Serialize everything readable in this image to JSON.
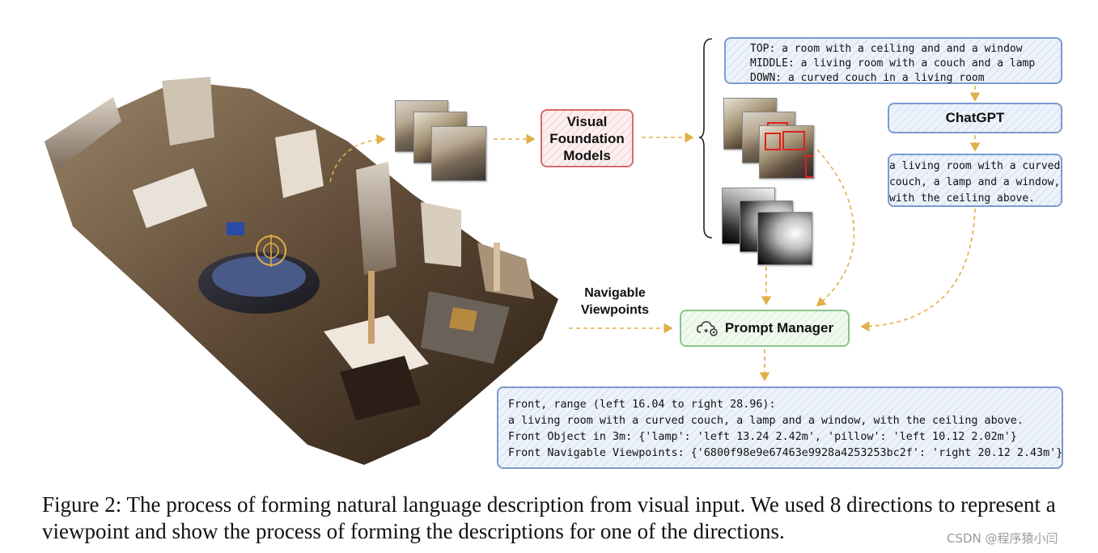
{
  "diagram": {
    "vfm_label_lines": [
      "Visual",
      "Foundation",
      "Models"
    ],
    "top_box_lines": [
      "TOP: a room with a ceiling and and a window",
      "MIDDLE: a living room with a couch and a lamp",
      "DOWN: a curved couch in a living room"
    ],
    "chatgpt_label": "ChatGPT",
    "chatgpt_output_lines": [
      "a living room with a curved",
      "couch, a lamp and a window,",
      "with the ceiling above."
    ],
    "navigable_label_lines": [
      "Navigable",
      "Viewpoints"
    ],
    "prompt_manager_label": "Prompt Manager",
    "bottom_box_lines": [
      "Front, range (left 16.04 to right 28.96):",
      "a living room with a curved couch, a lamp and a window, with the ceiling above.",
      "Front Object in 3m: {'lamp': 'left 13.24 2.42m', 'pillow': 'left 10.12 2.02m'}",
      "Front Navigable Viewpoints: {'6800f98e9e67463e9928a4253253bc2f': 'right 20.12 2.43m'}"
    ]
  },
  "caption": {
    "text": "Figure 2: The process of forming natural language description from visual input. We used 8 directions to represent a viewpoint and show the process of forming the descriptions for one of the directions."
  },
  "watermark": "CSDN @程序猿小闫",
  "colors": {
    "arrow": "#e0b048",
    "vfm_border": "#d86a6a",
    "blue_border": "#7a9ccc",
    "green_border": "#8cc28c"
  }
}
